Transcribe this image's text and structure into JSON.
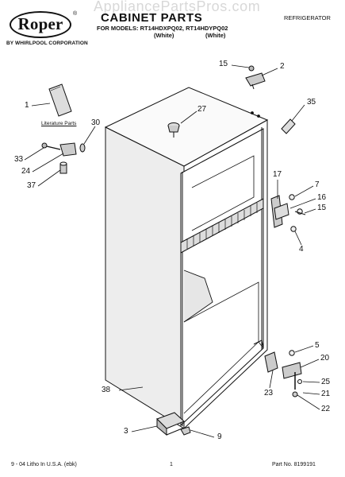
{
  "header": {
    "brand_logo": "Roper",
    "brand_sub": "BY WHIRLPOOL CORPORATION",
    "watermark": "AppliancePartsPros.com",
    "title": "CABINET PARTS",
    "models_line": "FOR MODELS: RT14HDXPQ02, RT14HDYPQ02",
    "color_1": "(White)",
    "color_2": "(White)",
    "category": "REFRIGERATOR"
  },
  "diagram": {
    "literature_label": "Literature Parts",
    "callouts": [
      "1",
      "2",
      "3",
      "4",
      "5",
      "7",
      "9",
      "15",
      "15",
      "16",
      "17",
      "20",
      "21",
      "22",
      "23",
      "24",
      "25",
      "27",
      "30",
      "33",
      "35",
      "37",
      "38"
    ]
  },
  "footer": {
    "left": "9 - 04 Litho In U.S.A. (ebk)",
    "page": "1",
    "part_number": "Part No. 8199191"
  }
}
